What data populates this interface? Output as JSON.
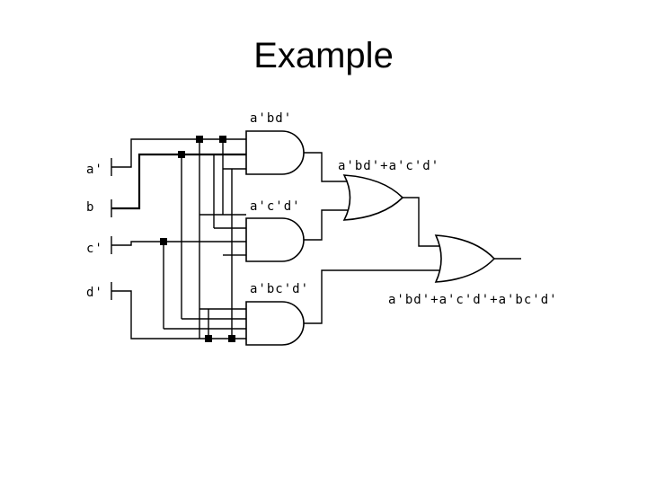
{
  "title": "Example",
  "inputs": {
    "a": "a'",
    "b": "b",
    "c": "c'",
    "d": "d'"
  },
  "terms": {
    "t1": "a'bd'",
    "t2": "a'c'd'",
    "t3": "a'bc'd'",
    "or1": "a'bd'+a'c'd'",
    "out": "a'bd'+a'c'd'+a'bc'd'"
  }
}
